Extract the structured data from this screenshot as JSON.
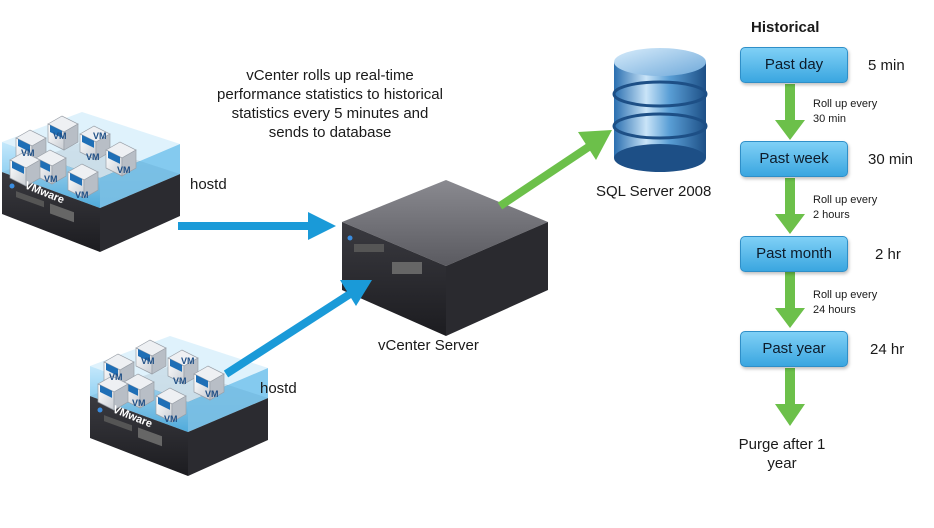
{
  "description": [
    "vCenter rolls up real-time",
    "performance statistics to historical",
    "statistics every 5 minutes and",
    "sends to database"
  ],
  "hosts": [
    {
      "badge": "VMware",
      "vm_labels": [
        "VM",
        "VM",
        "VM",
        "VM",
        "VM",
        "VM",
        "VM"
      ],
      "agent_label": "hostd"
    },
    {
      "badge": "VMware",
      "vm_labels": [
        "VM",
        "VM",
        "VM",
        "VM",
        "VM",
        "VM",
        "VM"
      ],
      "agent_label": "hostd"
    }
  ],
  "vcenter_label": "vCenter Server",
  "database_label": "SQL Server 2008",
  "historical": {
    "title": "Historical",
    "stages": [
      {
        "label": "Past day",
        "interval": "5 min"
      },
      {
        "label": "Past week",
        "interval": "30 min"
      },
      {
        "label": "Past month",
        "interval": "2 hr"
      },
      {
        "label": "Past year",
        "interval": "24 hr"
      }
    ],
    "rollups": [
      [
        "Roll up every",
        "30 min"
      ],
      [
        "Roll up every",
        "2 hours"
      ],
      [
        "Roll up every",
        "24 hours"
      ]
    ],
    "purge": [
      "Purge after 1",
      "year"
    ]
  },
  "colors": {
    "blue_arrow": "#1a9ad8",
    "green_arrow": "#6cc04a",
    "box_fill": "#5ab9ec"
  }
}
